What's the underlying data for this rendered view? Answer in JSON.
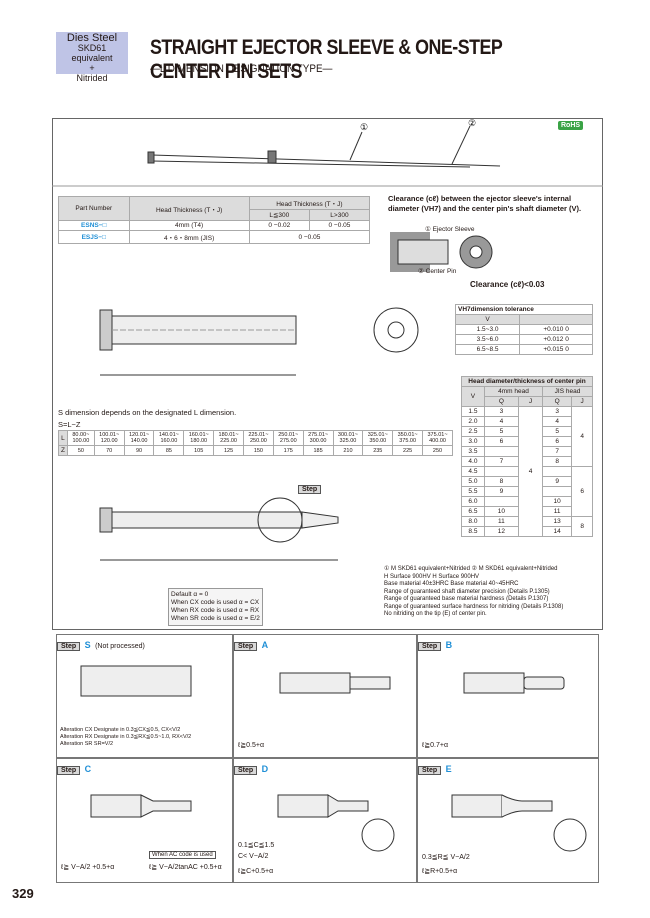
{
  "material_tag": {
    "line1": "Dies Steel",
    "line2": "SKD61 equivalent",
    "line3": "+",
    "line4": "Nitrided"
  },
  "title": "STRAIGHT EJECTOR SLEEVE & ONE-STEP CENTER PIN SETS",
  "subtitle": "—L DIMENSION DESIGNATION TYPE—",
  "rohs": "RoHS",
  "callouts": [
    "①",
    "②"
  ],
  "part_table": {
    "h_part": "Part Number",
    "h_head": "Head Thickness (T・J)",
    "h_headT": "Head Thickness (T・J)",
    "h_le300": "L≦300",
    "h_gt300": "L>300",
    "rows": [
      {
        "part": "ESNS−□",
        "size": "4mm (T4)",
        "a": "0 −0.02",
        "b": "0 −0.05"
      },
      {
        "part": "ESJS−□",
        "size": "4・6・8mm (JIS)",
        "a": "0 −0.05",
        "b": ""
      }
    ]
  },
  "clearance": {
    "text": "Clearance (cℓ) between the ejector sleeve's internal diameter (VH7) and the center pin's shaft diameter (V).",
    "sleeve": "① Ejector Sleeve",
    "pin": "② Center Pin",
    "value": "Clearance (cℓ)<0.03"
  },
  "tol_table": {
    "title": "VH7dimension tolerance",
    "col": "V",
    "rows": [
      [
        "1.5~3.0",
        "+0.010 0"
      ],
      [
        "3.5~6.0",
        "+0.012 0"
      ],
      [
        "6.5~8.5",
        "+0.015 0"
      ]
    ]
  },
  "head_table": {
    "title": "Head diameter/thickness of center pin",
    "h1": "4mm head",
    "h2": "JIS head",
    "cols": [
      "V",
      "Q",
      "J",
      "Q",
      "J"
    ],
    "V": [
      "1.5",
      "2.0",
      "2.5",
      "3.0",
      "3.5",
      "4.0",
      "4.5",
      "5.0",
      "5.5",
      "6.0",
      "6.5",
      "8.0",
      "8.5"
    ],
    "Q4": [
      "3",
      "4",
      "5",
      "6",
      "",
      "7",
      "",
      "8",
      "9",
      "",
      "10",
      "11",
      "12"
    ],
    "J4": "4",
    "QJ": [
      "3",
      "4",
      "5",
      "6",
      "7",
      "8",
      "",
      "9",
      "",
      "10",
      "11",
      "13",
      "14"
    ],
    "JJ": [
      "4",
      "6",
      "8"
    ]
  },
  "s_note": "S dimension depends on the designated L dimension.",
  "s_formula": "S=L−Z",
  "lz_table": {
    "L": [
      "80.00~ 100.00",
      "100.01~ 120.00",
      "120.01~ 140.00",
      "140.01~ 160.00",
      "160.01~ 180.00",
      "180.01~ 225.00",
      "225.01~ 250.00",
      "250.01~ 275.00",
      "275.01~ 300.00",
      "300.01~ 325.00",
      "325.01~ 350.00",
      "350.01~ 375.00",
      "375.01~ 400.00"
    ],
    "Z": [
      "50",
      "70",
      "90",
      "85",
      "105",
      "125",
      "150",
      "175",
      "185",
      "210",
      "235",
      "225",
      "250"
    ]
  },
  "alpha": {
    "default": "Default   α = 0",
    "cx": "When CX code is used   α = CX",
    "rx": "When RX code is used   α = RX",
    "sr": "When SR code is used   α = E/2"
  },
  "spec": {
    "l1": "① M SKD61 equivalent+Nitrided   ② M SKD61 equivalent+Nitrided",
    "l2": "H Surface 900HV                           H Surface 900HV",
    "l3": "Base material 40±3HRC               Base material 40~45HRC",
    "l4": "Range of guaranteed shaft diameter precision (Details P.1305)",
    "l5": "Range of guaranteed base material hardness (Details P.1307)",
    "l6": "Range of guaranteed surface hardness for nitriding (Details P.1308)",
    "l7": "No nitriding on the tip (E) of center pin."
  },
  "steps": {
    "badge": "Step",
    "s": "S",
    "s_note": "(Not processed)",
    "a": "A",
    "b": "B",
    "c": "C",
    "d": "D",
    "e": "E",
    "alt_cx": "Alteration CX  Designate in 0.3≦CX≦0.5, CX<V/2",
    "alt_rx": "Alteration RX  Designate in 0.3≦RX≦0.5~1.0, RX<V/2",
    "alt_sr": "Alteration SR  SR=V/2",
    "a_f": "ℓ≧0.5+α",
    "b_f": "ℓ≧0.7+α",
    "c_f": "ℓ≧ V−A/2 +0.5+α",
    "c_ac": "When AC code is used",
    "c_ac_f": "ℓ≧ V−A/2tanAC +0.5+α",
    "d_f1": "0.1≦C≦1.5",
    "d_f2": "C< V−A/2",
    "d_f3": "ℓ≧C+0.5+α",
    "e_f1": "0.3≦R≦ V−A/2",
    "e_f2": "ℓ≧R+0.5+α"
  },
  "page_number": "329"
}
